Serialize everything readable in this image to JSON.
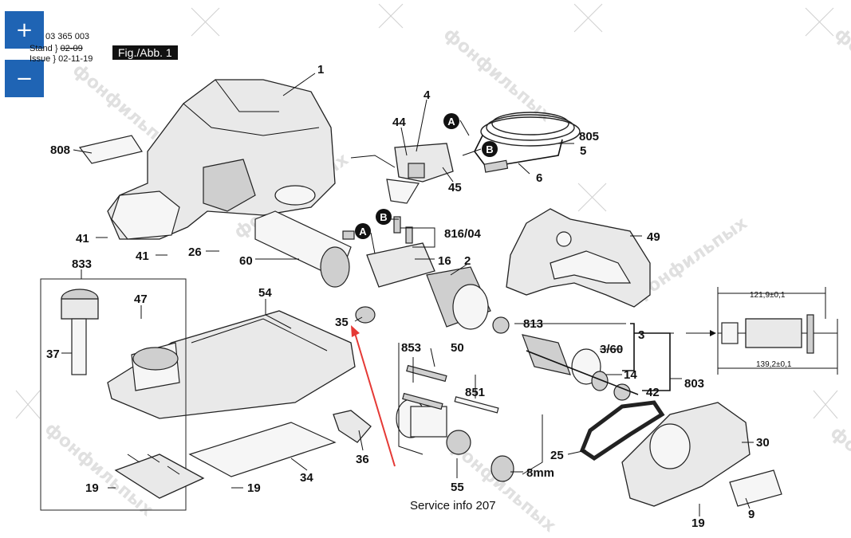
{
  "zoom": {
    "in_label": "+",
    "out_label": "−"
  },
  "header": {
    "ref_code": "03 365 003",
    "stand_label": "Stand",
    "stand_value": "02-09",
    "issue_label": "Issue",
    "issue_value": "02-11-19",
    "fig_label": "Fig./Abb. 1"
  },
  "footer": {
    "service_info": "Service info 207"
  },
  "watermark": "фонфильпых",
  "callouts": {
    "c1": "1",
    "c4": "4",
    "c44": "44",
    "c808": "808",
    "c805": "805",
    "c5": "5",
    "c45": "45",
    "c6": "6",
    "cA1": "A",
    "cB1": "B",
    "cA2": "A",
    "cB2": "B",
    "c816": "816/04",
    "c16": "16",
    "c2": "2",
    "c49": "49",
    "c41a": "41",
    "c41b": "41",
    "c26": "26",
    "c60": "60",
    "c833": "833",
    "c47": "47",
    "c54": "54",
    "c35": "35",
    "c37": "37",
    "c853": "853",
    "c50": "50",
    "c851": "851",
    "c813": "813",
    "c3": "3",
    "c360": "3/60",
    "c14": "14",
    "c42": "42",
    "c803": "803",
    "c25": "25",
    "c30": "30",
    "c36": "36",
    "c34": "34",
    "c19a": "19",
    "c19b": "19",
    "c19c": "19",
    "c55": "55",
    "c8mm": "8mm",
    "c9": "9"
  },
  "dimensions": {
    "top": "121,9±0,1",
    "bottom": "139,2±0,1"
  },
  "colors": {
    "zoom_button": "#1f64b4",
    "arrow": "#e53935",
    "watermark": "#c8c8c8"
  }
}
